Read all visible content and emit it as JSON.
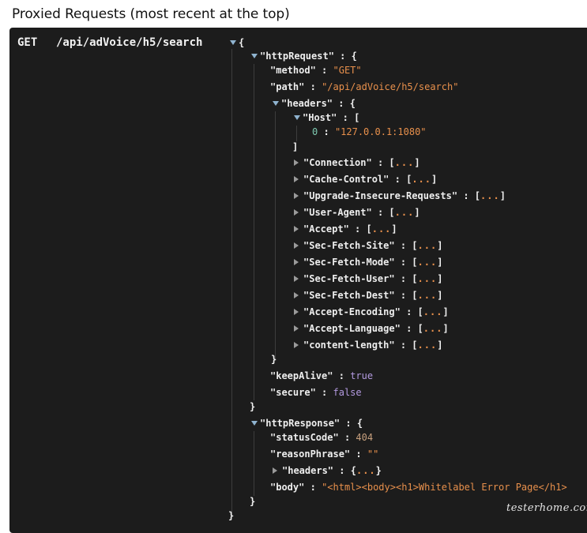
{
  "page_title": "Proxied Requests (most recent at the top)",
  "request": {
    "method": "GET",
    "path": "/api/adVoice/h5/search"
  },
  "http_request": {
    "key": "\"httpRequest\"",
    "method_key": "\"method\"",
    "method_value": "\"GET\"",
    "path_key": "\"path\"",
    "path_value": "\"/api/adVoice/h5/search\"",
    "headers_key": "\"headers\"",
    "host_key": "\"Host\"",
    "host_index": "0",
    "host_value": "\"127.0.0.1:1080\"",
    "collapsed_headers": [
      "\"Connection\"",
      "\"Cache-Control\"",
      "\"Upgrade-Insecure-Requests\"",
      "\"User-Agent\"",
      "\"Accept\"",
      "\"Sec-Fetch-Site\"",
      "\"Sec-Fetch-Mode\"",
      "\"Sec-Fetch-User\"",
      "\"Sec-Fetch-Dest\"",
      "\"Accept-Encoding\"",
      "\"Accept-Language\"",
      "\"content-length\""
    ],
    "keepalive_key": "\"keepAlive\"",
    "keepalive_value": "true",
    "secure_key": "\"secure\"",
    "secure_value": "false"
  },
  "http_response": {
    "key": "\"httpResponse\"",
    "status_key": "\"statusCode\"",
    "status_value": "404",
    "reason_key": "\"reasonPhrase\"",
    "reason_value": "\"\"",
    "headers_key": "\"headers\"",
    "body_key": "\"body\"",
    "body_value": "\"<html><body><h1>Whitelabel Error Page</h1>"
  },
  "punct": {
    "colon": ":",
    "open_brace": "{",
    "close_brace": "}",
    "open_bracket": "[",
    "close_bracket": "]",
    "ellipsis": "..."
  },
  "watermark": "testerhome.com"
}
